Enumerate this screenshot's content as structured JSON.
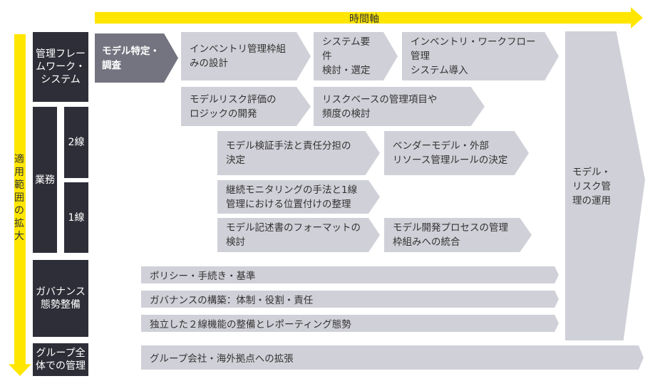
{
  "colors": {
    "accent": "#ffe600",
    "dark": "#2e2e38",
    "current": "#747480",
    "step": "#d0d0d8"
  },
  "time_axis": {
    "label": "時間軸"
  },
  "scope_axis": {
    "label": "適用範囲の拡大"
  },
  "rows": {
    "framework": "管理フレームワーク・システム",
    "operations": "業務",
    "line2": "2線",
    "line1": "1線",
    "governance": "ガバナンス態勢整備",
    "group": "グループ全体での管理"
  },
  "steps": {
    "identify": "モデル特定・\n調査",
    "inventory_design": "インベントリ管理枠組\nみの設計",
    "system_req": "システム要件\n検討・選定",
    "workflow_system": "インベントリ・ワークフロー管理\nシステム導入",
    "risk_logic": "モデルリスク評価の\nロジックの開発",
    "risk_based": "リスクベースの管理項目や\n頻度の検討",
    "validation": "モデル検証手法と責任分担の\n決定",
    "vendor": "ベンダーモデル・外部\nリソース管理ルールの決定",
    "monitoring": "継続モニタリングの手法と1線\n管理における位置付けの整理",
    "documentation": "モデル記述書のフォーマットの\n検討",
    "dev_process": "モデル開発プロセスの管理\n枠組みへの統合",
    "policy": "ポリシー・手続き・基準",
    "governance_build": "ガバナンスの構築：体制・役割・責任",
    "independent": "独立した２線機能の整備とレポーティング態勢",
    "group_expand": "グループ会社・海外拠点への拡張",
    "operation": "モデル・リスク管理の運用"
  }
}
